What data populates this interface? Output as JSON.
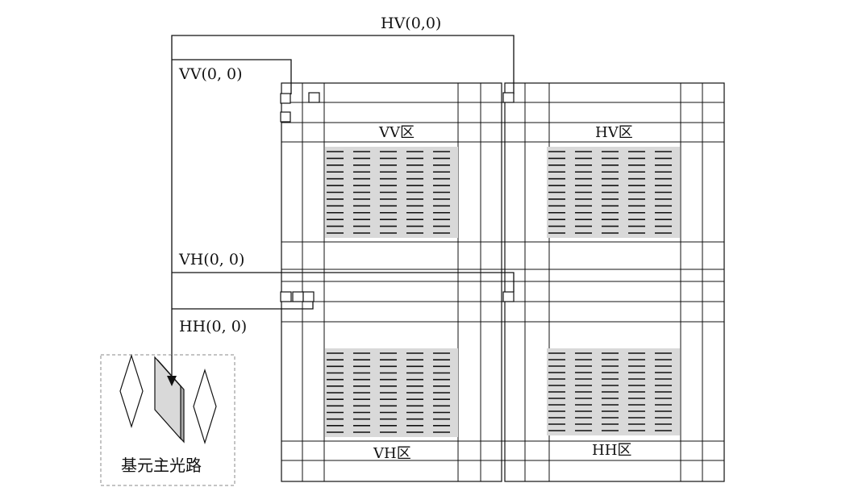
{
  "diagram": {
    "top_label": "HV(0,0)",
    "path_labels": {
      "vv": "VV(0, 0)",
      "vh": "VH(0, 0)",
      "hh": "HH(0, 0)"
    },
    "zones": {
      "vv": "VV区",
      "hv": "HV区",
      "vh": "VH区",
      "hh": "HH区"
    },
    "source_label": "基元主光路",
    "colors": {
      "line": "#111111",
      "panel_fill": "#d9d9d9",
      "dash_box": "#888888"
    }
  }
}
